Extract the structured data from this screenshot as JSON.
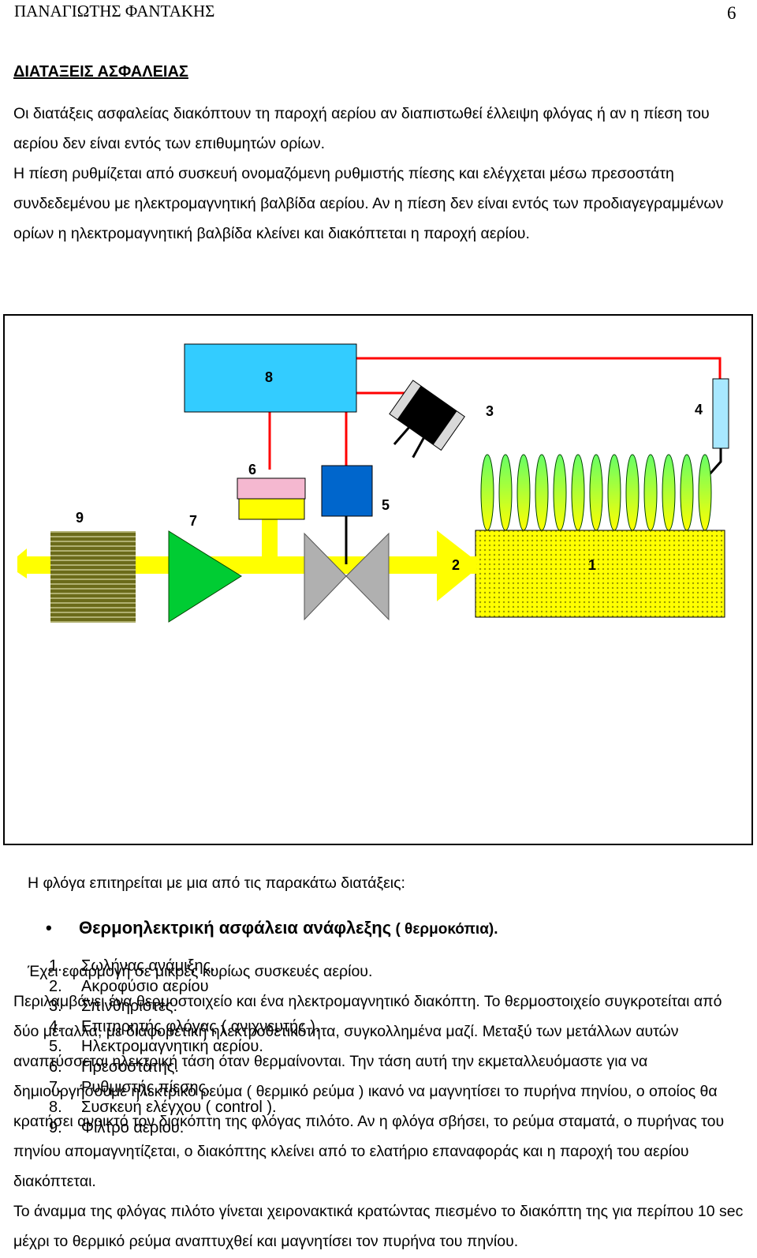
{
  "header": {
    "author": "ΠΑΝΑΓΙΩΤΗΣ ΦΑΝΤΑΚΗΣ",
    "page_number": "6"
  },
  "section_heading": "ΔΙΑΤΑΞΕΙΣ ΑΣΦΑΛΕΙΑΣ",
  "paragraphs": {
    "p1": "Οι διατάξεις ασφαλείας διακόπτουν τη παροχή αερίου αν διαπιστωθεί έλλειψη φλόγας ή αν η πίεση του αερίου δεν είναι εντός των επιθυμητών ορίων.",
    "p2": "Η πίεση ρυθμίζεται από συσκευή ονομαζόμενη ρυθμιστής πίεσης και ελέγχεται μέσω πρεσοστάτη συνδεδεμένου με ηλεκτρομαγνητική βαλβίδα αερίου. Αν η πίεση δεν είναι εντός των προδιαγεγραμμένων ορίων η ηλεκτρομαγνητική βαλβίδα κλείνει και διακόπτεται η παροχή αερίου."
  },
  "figure": {
    "labels": {
      "l1": "1",
      "l2": "2",
      "l3": "3",
      "l4": "4",
      "l5": "5",
      "l6": "6",
      "l7": "7",
      "l8": "8",
      "l9": "9"
    },
    "legend": [
      {
        "num": "1.",
        "text": "Σωλήνας ανάμιξης."
      },
      {
        "num": "2.",
        "text": "Ακροφύσιο αερίου"
      },
      {
        "num": "3.",
        "text": "Σπινθηριστές."
      },
      {
        "num": "4.",
        "text": "Επιτηρητής φλόγας ( ανιχνευτής )."
      },
      {
        "num": "5.",
        "text": "Ηλεκτρομαγνητική αερίου."
      },
      {
        "num": "6.",
        "text": "Πρεσοστάτης."
      },
      {
        "num": "7.",
        "text": "Ρυθμιστής πίεσης."
      },
      {
        "num": "8.",
        "text": "Συσκευή ελέγχου ( control )."
      },
      {
        "num": "9.",
        "text": "Φίλτρο αερίου."
      }
    ],
    "colors": {
      "control_box": "#33ccff",
      "pipe": "#ffff00",
      "regulator": "#00cc33",
      "valve": "#b0b0b0",
      "solenoid": "#0066cc",
      "pressostat_cap": "#f5b8d0",
      "wire": "#ff0000",
      "filter": "#6b6b1a",
      "detector": "#a8e8ff"
    }
  },
  "flame_intro": "Η φλόγα επιτηρείται με μια από τις παρακάτω διατάξεις:",
  "bullet": {
    "symbol": "•",
    "title": "Θερμοηλεκτρική ασφάλεια ανάφλεξης",
    "subtitle": " ( θερμοκόπια)."
  },
  "paragraphs2": {
    "p3": "Έχει εφαρμογή σε μικρές κυρίως συσκευές αερίου.",
    "p4": "Περιλαμβάνει ένα θερμοστοιχείο και ένα ηλεκτρομαγνητικό διακόπτη. Το θερμοστοιχείο συγκροτείται από δύο μέταλλα, με διαφορετική ηλεκτροθετικότητα, συγκολλημένα μαζί. Μεταξύ των μετάλλων αυτών αναπτύσσεται ηλεκτρική τάση όταν θερμαίνονται. Την τάση αυτή την εκμεταλλευόμαστε για να δημιουργήσουμε ηλεκτρικό ρεύμα ( θερμικό ρεύμα ) ικανό να μαγνητίσει το πυρήνα  πηνίου, ο οποίος θα κρατήσει ανοικτό τον διακόπτη της φλόγας πιλότο. Αν η φλόγα σβήσει, το ρεύμα σταματά, ο πυρήνας του πηνίου απομαγνητίζεται, ο διακόπτης κλείνει από το ελατήριο επαναφοράς και η παροχή του αερίου διακόπτεται.",
    "p5": "Το άναμμα της φλόγας πιλότο γίνεται χειρονακτικά κρατώντας πιεσμένο το διακόπτη της για περίπου 10 sec μέχρι το θερμικό ρεύμα αναπτυχθεί και μαγνητίσει τον πυρήνα του πηνίου."
  }
}
